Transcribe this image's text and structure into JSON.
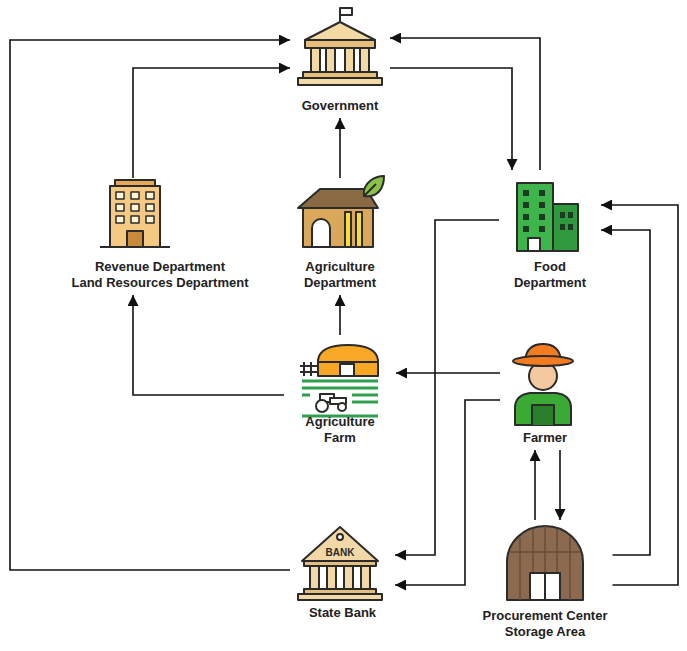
{
  "diagram": {
    "nodes": [
      {
        "text": [
          "Government"
        ]
      },
      {
        "text": [
          "Revenue Department",
          "Land Resources Department"
        ]
      },
      {
        "text": [
          "Agriculture Department"
        ]
      },
      {
        "text": [
          "Food Department"
        ]
      },
      {
        "text": [
          "Agriculture Farm"
        ]
      },
      {
        "text": [
          "Farmer"
        ]
      },
      {
        "text": [
          "State Bank"
        ]
      },
      {
        "text": [
          "Procurement Center",
          "Storage Area"
        ]
      }
    ],
    "edges": [
      {
        "from": 6,
        "to": 0,
        "arrow": "to"
      },
      {
        "from": 1,
        "to": 0,
        "arrow": "to"
      },
      {
        "from": 2,
        "to": 0,
        "arrow": "to"
      },
      {
        "from": 0,
        "to": 3,
        "arrow": "to"
      },
      {
        "from": 3,
        "to": 0,
        "arrow": "to"
      },
      {
        "from": 4,
        "to": 2,
        "arrow": "to"
      },
      {
        "from": 4,
        "to": 1,
        "arrow": "to"
      },
      {
        "from": 5,
        "to": 4,
        "arrow": "to"
      },
      {
        "from": 3,
        "to": 6,
        "arrow": "to"
      },
      {
        "from": 5,
        "to": 6,
        "arrow": "to"
      },
      {
        "from": 5,
        "to": 7,
        "arrow": "to"
      },
      {
        "from": 7,
        "to": 5,
        "arrow": "to"
      },
      {
        "from": 7,
        "to": 3,
        "arrow": "to"
      },
      {
        "from": 7,
        "to": 3,
        "arrow": "to"
      }
    ],
    "labels": [
      "BANK"
    ]
  }
}
